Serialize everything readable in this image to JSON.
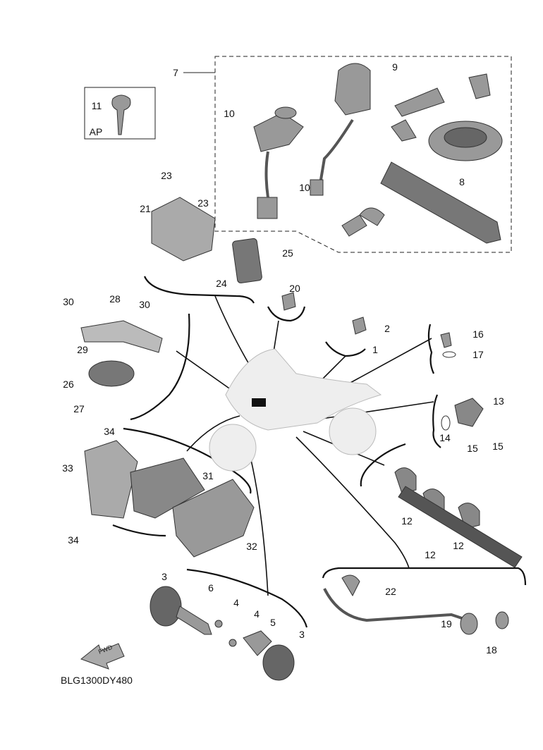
{
  "diagram": {
    "drawing_code": "BLG1300DY480",
    "fwd_arrow_text": "FWD",
    "ap_box_text": "AP",
    "part_labels": [
      "7",
      "9",
      "11",
      "10",
      "10",
      "23",
      "23",
      "8",
      "21",
      "25",
      "24",
      "20",
      "30",
      "28",
      "30",
      "2",
      "1",
      "16",
      "17",
      "29",
      "26",
      "27",
      "13",
      "14",
      "15",
      "15",
      "34",
      "33",
      "31",
      "12",
      "12",
      "12",
      "34",
      "32",
      "22",
      "3",
      "6",
      "4",
      "4",
      "5",
      "3",
      "19",
      "18"
    ]
  }
}
